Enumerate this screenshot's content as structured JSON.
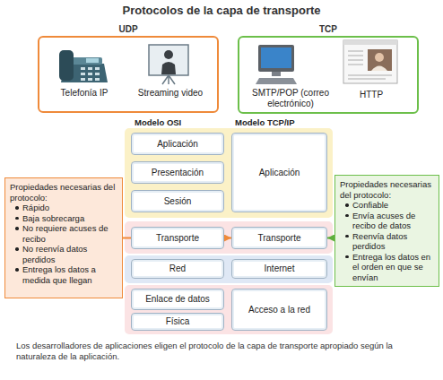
{
  "diagram": {
    "title": "Protocolos de la capa de transporte",
    "caption": "Los desarrolladores de aplicaciones eligen el protocolo de la capa de transporte apropiado según la naturaleza de la aplicación.",
    "nodes": [
      {
        "text": [
          "UDP",
          "Telefonía IP",
          "Streaming video"
        ]
      },
      {
        "text": [
          "TCP",
          "SMTP/POP (correo electrónico)",
          "HTTP"
        ]
      },
      {
        "text": [
          "Aplicación"
        ]
      },
      {
        "text": [
          "Aplicación"
        ]
      },
      {
        "text": [
          "Presentación"
        ]
      },
      {
        "text": [
          "Sesión"
        ]
      },
      {
        "text": [
          "Propiedades necesarias del protocolo:",
          "Rápido",
          "Baja sobrecarga",
          "No requiere acuses de recibo",
          "No reenvía datos perdidos",
          "Entrega los datos a medida que llegan"
        ]
      },
      {
        "text": [
          "Propiedades necesarias del protocolo:",
          "Confiable",
          "Envía acuses de recibo de datos",
          "Reenvía datos perdidos",
          "Entrega los datos en el orden en que se envían"
        ]
      },
      {
        "text": [
          "Transporte"
        ]
      },
      {
        "text": [
          "Transporte"
        ]
      },
      {
        "text": [
          "Red"
        ]
      },
      {
        "text": [
          "Internet"
        ]
      },
      {
        "text": [
          "Enlace de datos"
        ]
      },
      {
        "text": [
          "Física"
        ]
      },
      {
        "text": [
          "Acceso a la red"
        ]
      }
    ],
    "edges": [
      {
        "from": 6,
        "to": 9,
        "arrow": "to"
      },
      {
        "from": 7,
        "to": 9,
        "arrow": "to"
      }
    ],
    "labels": [
      "Modelo OSI",
      "Modelo TCP/IP"
    ]
  }
}
